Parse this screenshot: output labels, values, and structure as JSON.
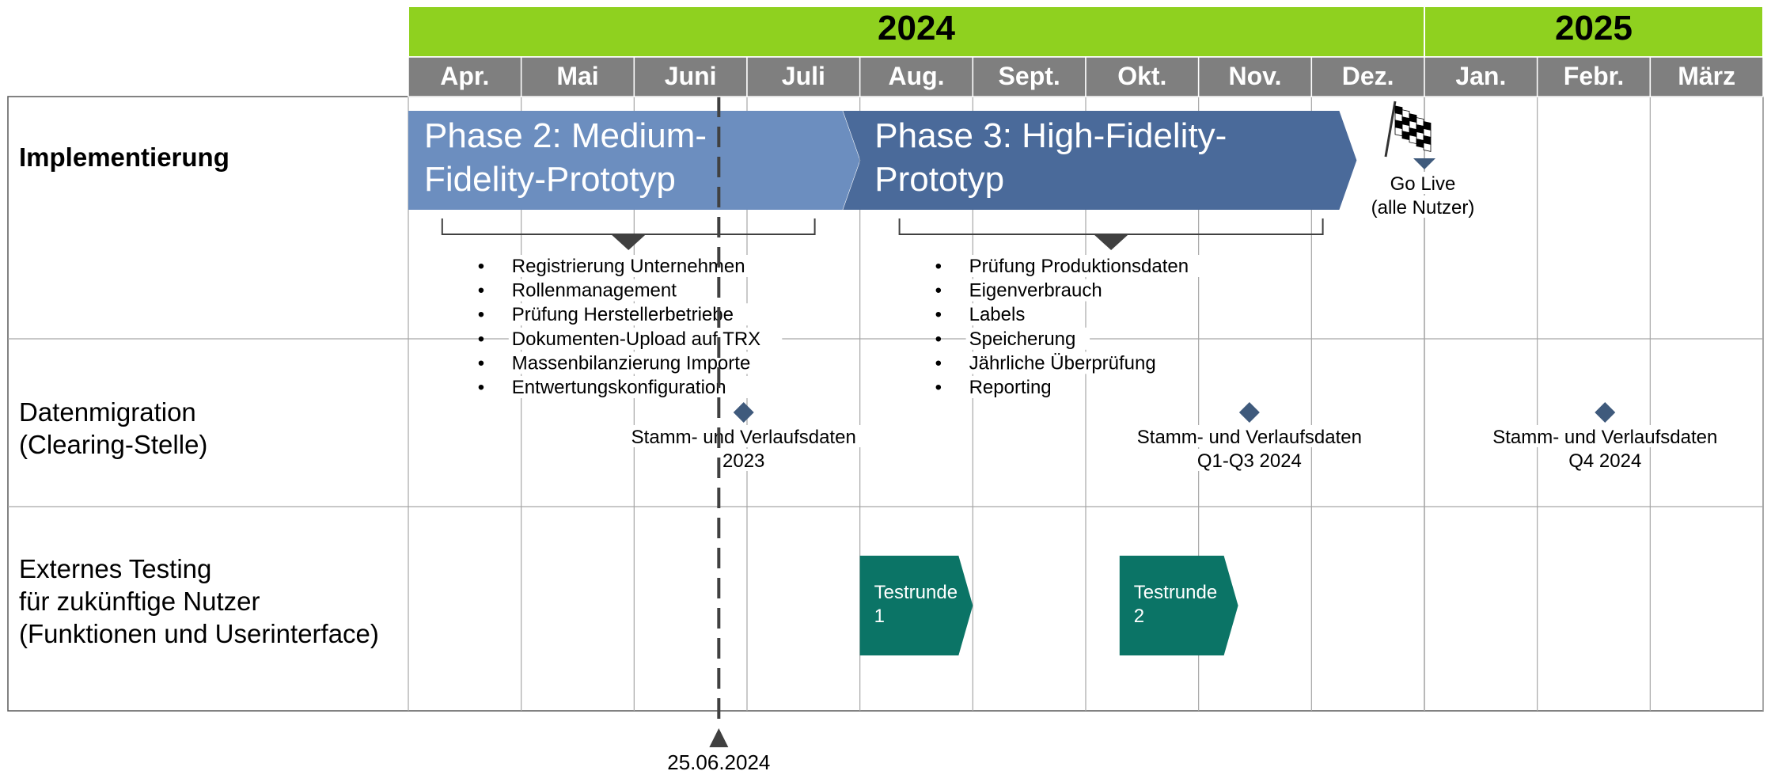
{
  "years": [
    {
      "label": "2024",
      "months": 9
    },
    {
      "label": "2025",
      "months": 3
    }
  ],
  "months": [
    "Apr.",
    "Mai",
    "Juni",
    "Juli",
    "Aug.",
    "Sept.",
    "Okt.",
    "Nov.",
    "Dez.",
    "Jan.",
    "Febr.",
    "März"
  ],
  "rows": [
    {
      "label_lines": [
        "Implementierung"
      ],
      "bold": true
    },
    {
      "label_lines": [
        "Datenmigration",
        "(Clearing-Stelle)"
      ],
      "bold": false
    },
    {
      "label_lines": [
        "Externes Testing",
        "für zukünftige Nutzer",
        "(Funktionen und Userinterface)"
      ],
      "bold": false
    }
  ],
  "phases": [
    {
      "lines": [
        "Phase 2: Medium-",
        "Fidelity-Prototyp"
      ],
      "start": 0,
      "end": 4.0,
      "color": "#6c8ebf"
    },
    {
      "lines": [
        "Phase 3: High-Fidelity-",
        "Prototyp"
      ],
      "start": 3.85,
      "end": 8.4,
      "color": "#4a6a9a"
    }
  ],
  "phase_details": [
    {
      "bracket_start": 0.3,
      "bracket_end": 3.6,
      "items": [
        "Registrierung Unternehmen",
        "Rollenmanagement",
        "Prüfung Herstellerbetriebe",
        "Dokumenten-Upload auf TRX",
        "Massenbilanzierung Importe",
        "Entwertungskonfiguration"
      ]
    },
    {
      "bracket_start": 4.35,
      "bracket_end": 8.1,
      "items": [
        "Prüfung Produktionsdaten",
        "Eigenverbrauch",
        "Labels",
        "Speicherung",
        "Jährliche Überprüfung",
        "Reporting"
      ]
    }
  ],
  "go_live": {
    "lines": [
      "Go Live",
      "(alle Nutzer)"
    ],
    "position": 9.0
  },
  "migration_milestones": [
    {
      "lines": [
        "Stamm- und Verlaufsdaten",
        "2023"
      ],
      "position": 2.97
    },
    {
      "lines": [
        "Stamm- und Verlaufsdaten",
        "Q1-Q3 2024"
      ],
      "position": 7.45
    },
    {
      "lines": [
        "Stamm- und Verlaufsdaten",
        "Q4 2024"
      ],
      "position": 10.6
    }
  ],
  "test_rounds": [
    {
      "lines": [
        "Testrunde",
        "1"
      ],
      "start": 4.0,
      "end": 5.0
    },
    {
      "lines": [
        "Testrunde",
        "2"
      ],
      "start": 6.3,
      "end": 7.35
    }
  ],
  "today": {
    "label": "25.06.2024",
    "position": 2.75
  },
  "colors": {
    "year_bar": "#8fd11f",
    "month_bar": "#7f7f7f",
    "month_text": "#ffffff",
    "test_round": "#0b7466",
    "milestone": "#3f5a7c",
    "grid": "#a6a6a6",
    "frame": "#595959"
  }
}
